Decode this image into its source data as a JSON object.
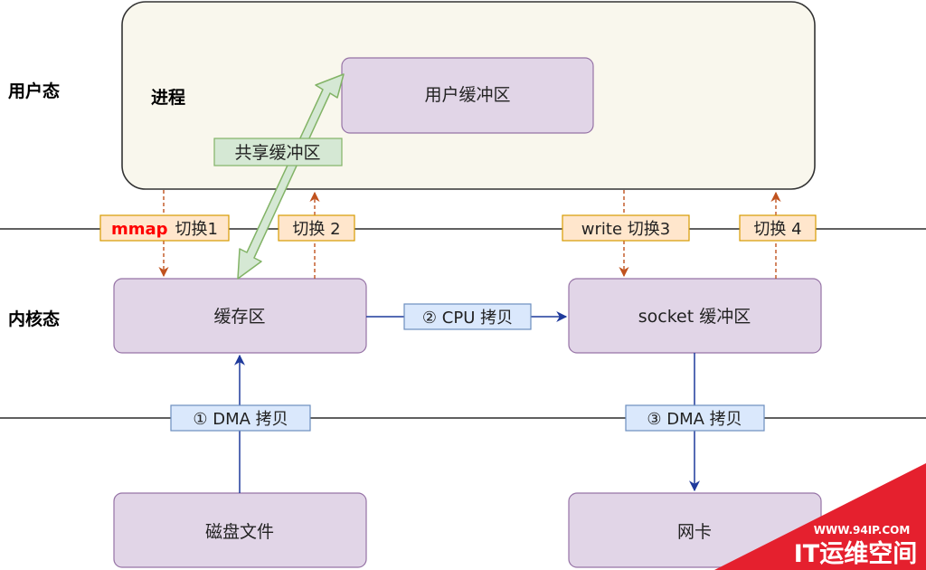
{
  "zones": {
    "user_space": "用户态",
    "kernel_space": "内核态"
  },
  "process": {
    "label": "进程",
    "user_buffer": "用户缓冲区",
    "shared_buffer": "共享缓冲区"
  },
  "switches": {
    "mmap_keyword": "mmap",
    "switch1": "切换1",
    "switch2": "切换 2",
    "switch3": "write 切换3",
    "switch4": "切换 4"
  },
  "kernel": {
    "cache": "缓存区",
    "socket_buffer": "socket 缓冲区"
  },
  "hardware": {
    "disk_file": "磁盘文件",
    "nic": "网卡"
  },
  "copies": {
    "dma1": "① DMA 拷贝",
    "cpu2": "② CPU 拷贝",
    "dma3": "③ DMA 拷贝"
  },
  "watermark": {
    "url": "WWW.94IP.COM",
    "brand": "IT运维空间"
  },
  "colors": {
    "box_fill": "#e1d5e7",
    "box_stroke": "#9673a6",
    "process_fill": "#f9f7ed",
    "switch_fill": "#ffe6cc",
    "switch_stroke": "#d79b00",
    "copy_fill": "#dae8fc",
    "copy_stroke": "#6c8ebf",
    "shared_fill": "#d5e8d4",
    "shared_stroke": "#82b366",
    "arrow_blue": "#1f3a9c",
    "arrow_red": "#c0521e",
    "mmap_red": "#ff0000",
    "watermark_red": "#e5202e"
  }
}
